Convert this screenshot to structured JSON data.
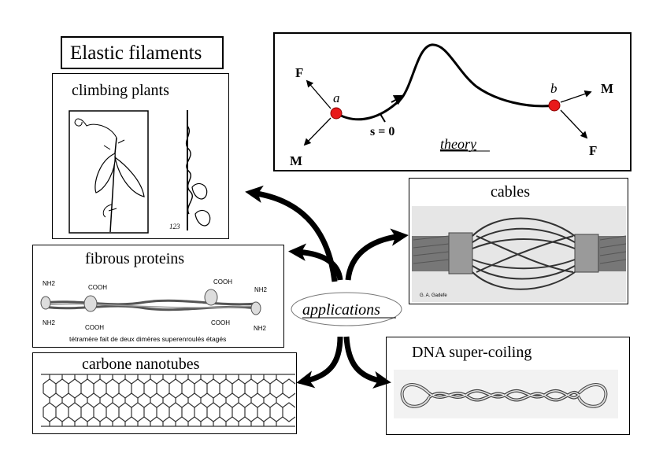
{
  "title": "Elastic filaments",
  "center": {
    "label": "applications"
  },
  "panels": {
    "climbing_plants": {
      "label": "climbing plants",
      "plate_number": "123"
    },
    "fibrous_proteins": {
      "label": "fibrous proteins",
      "caption": "tétramère fait de deux dimères superenroulés étagés",
      "group_labels": [
        "NH2",
        "COOH",
        "COOH",
        "NH2",
        "NH2",
        "COOH",
        "COOH",
        "NH2"
      ]
    },
    "carbone_nanotubes": {
      "label": "carbone nanotubes"
    },
    "cables": {
      "label": "cables",
      "credit": "G. A. Gadefe"
    },
    "dna": {
      "label": "DNA super-coiling"
    },
    "theory": {
      "label": "theory",
      "point_a": "a",
      "point_b": "b",
      "arc_origin": "s = 0",
      "force_left": "F",
      "moment_left": "M",
      "moment_right": "M",
      "force_right": "F"
    }
  },
  "colors": {
    "marker": "#e8191a",
    "stroke": "#000000"
  }
}
